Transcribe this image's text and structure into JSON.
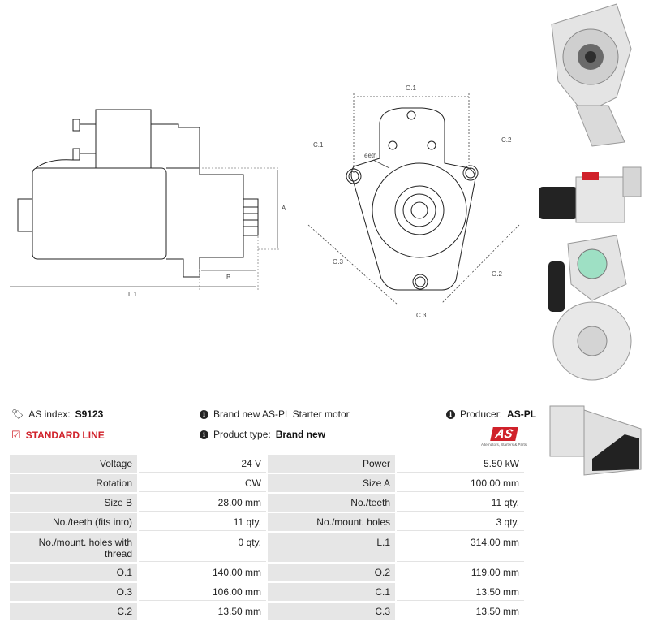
{
  "drawing_labels": {
    "a": "A",
    "b": "B",
    "l1": "L.1",
    "o1": "O.1",
    "o2": "O.2",
    "o3": "O.3",
    "c1": "C.1",
    "c2": "C.2",
    "c3": "C.3",
    "teeth": "Teeth"
  },
  "info": {
    "as_index_label": "AS index:",
    "as_index_value": "S9123",
    "line_label": "STANDARD LINE",
    "description": "Brand new AS-PL Starter motor",
    "product_type_label": "Product type:",
    "product_type_value": "Brand new",
    "producer_label": "Producer:",
    "producer_value": "AS-PL"
  },
  "logo": {
    "brand": "AS",
    "tagline": "Alternators, Starters & Parts"
  },
  "specs": [
    [
      "Voltage",
      "24 V",
      "Power",
      "5.50 kW"
    ],
    [
      "Rotation",
      "CW",
      "Size A",
      "100.00 mm"
    ],
    [
      "Size B",
      "28.00 mm",
      "No./teeth",
      "11 qty."
    ],
    [
      "No./teeth (fits into)",
      "11 qty.",
      "No./mount. holes",
      "3 qty."
    ],
    [
      "No./mount. holes with thread",
      "0 qty.",
      "L.1",
      "314.00 mm"
    ],
    [
      "O.1",
      "140.00 mm",
      "O.2",
      "119.00 mm"
    ],
    [
      "O.3",
      "106.00 mm",
      "C.1",
      "13.50 mm"
    ],
    [
      "C.2",
      "13.50 mm",
      "C.3",
      "13.50 mm"
    ]
  ],
  "colors": {
    "accent": "#d0212a",
    "key_bg": "#e6e6e6"
  }
}
